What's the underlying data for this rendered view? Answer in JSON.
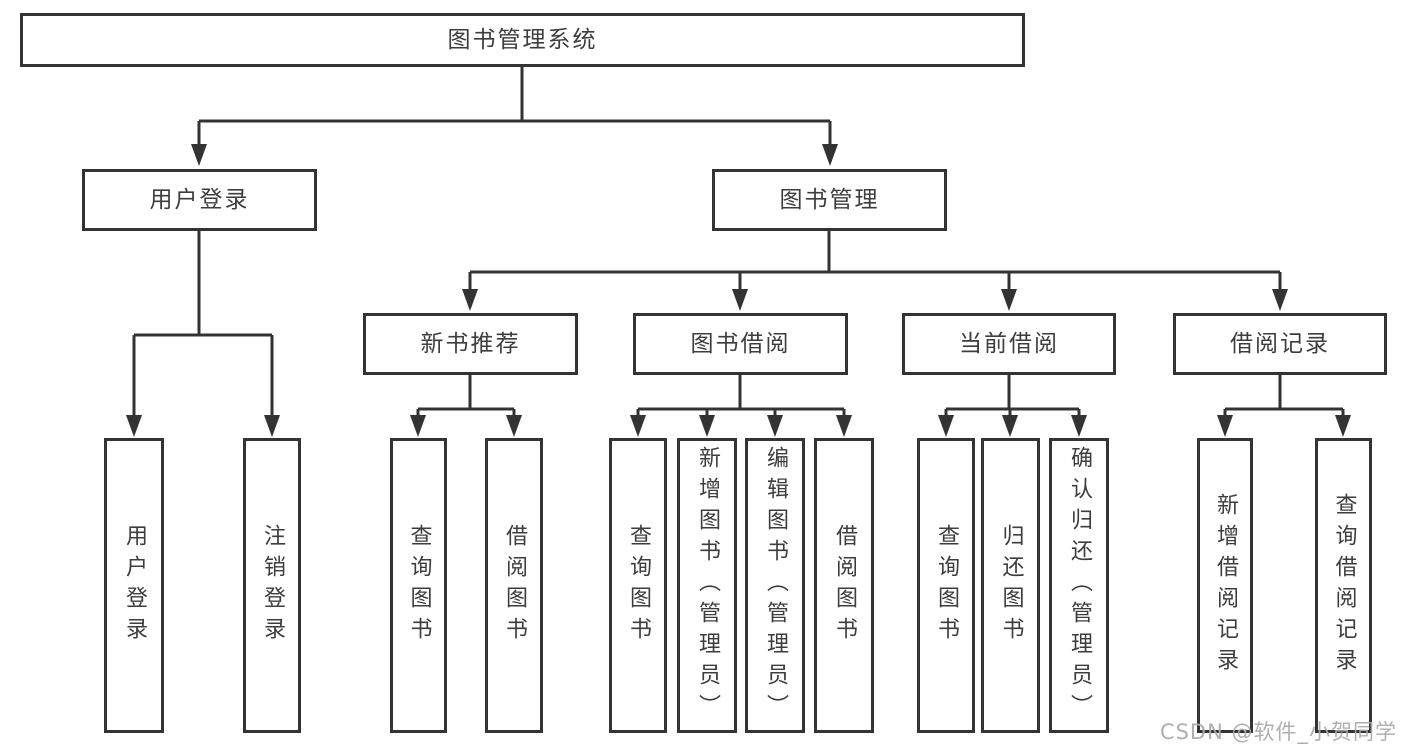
{
  "tree": {
    "root": {
      "label": "图书管理系统",
      "children": [
        {
          "label": "用户登录",
          "children": [
            {
              "label": "用户登录"
            },
            {
              "label": "注销登录"
            }
          ]
        },
        {
          "label": "图书管理",
          "children": [
            {
              "label": "新书推荐",
              "children": [
                {
                  "label": "查询图书"
                },
                {
                  "label": "借阅图书"
                }
              ]
            },
            {
              "label": "图书借阅",
              "children": [
                {
                  "label": "查询图书"
                },
                {
                  "label": "新增图书（管理员）"
                },
                {
                  "label": "编辑图书（管理员）"
                },
                {
                  "label": "借阅图书"
                }
              ]
            },
            {
              "label": "当前借阅",
              "children": [
                {
                  "label": "查询图书"
                },
                {
                  "label": "归还图书"
                },
                {
                  "label": "确认归还（管理员）"
                }
              ]
            },
            {
              "label": "借阅记录",
              "children": [
                {
                  "label": "新增借阅记录"
                },
                {
                  "label": "查询借阅记录"
                }
              ]
            }
          ]
        }
      ]
    }
  },
  "watermark": {
    "text": "CSDN @软件_小贺同学"
  },
  "colors": {
    "line": "#333333",
    "text": "#3d3d3d",
    "watermark": "#ababab",
    "background": "#ffffff"
  }
}
